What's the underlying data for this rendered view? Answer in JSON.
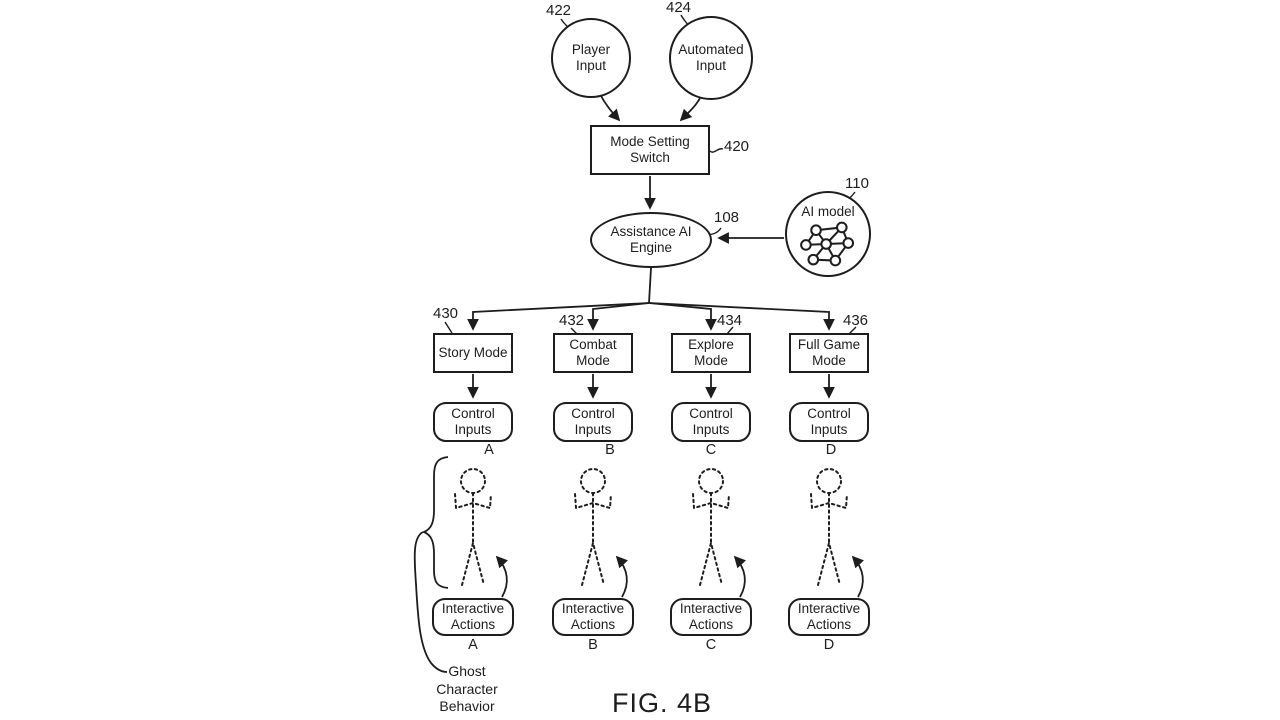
{
  "figure": {
    "caption": "FIG. 4B"
  },
  "nodes": {
    "player_input": {
      "label": "Player\nInput",
      "ref": "422"
    },
    "automated_input": {
      "label": "Automated\nInput",
      "ref": "424"
    },
    "mode_setting_switch": {
      "label": "Mode Setting\nSwitch",
      "ref": "420"
    },
    "assistance_ai_engine": {
      "label": "Assistance AI\nEngine",
      "ref": "108"
    },
    "ai_model": {
      "label": "AI model",
      "ref": "110",
      "icon": "neural-network-graph"
    }
  },
  "columns": [
    {
      "mode": {
        "label": "Story Mode",
        "ref": "430"
      },
      "control": {
        "label": "Control\nInputs",
        "letter": "A"
      },
      "actions": {
        "label": "Interactive\nActions",
        "letter": "A"
      },
      "figure_icon": "dotted-stick-figure"
    },
    {
      "mode": {
        "label": "Combat\nMode",
        "ref": "432"
      },
      "control": {
        "label": "Control\nInputs",
        "letter": "B"
      },
      "actions": {
        "label": "Interactive\nActions",
        "letter": "B"
      },
      "figure_icon": "dotted-stick-figure"
    },
    {
      "mode": {
        "label": "Explore\nMode",
        "ref": "434"
      },
      "control": {
        "label": "Control\nInputs",
        "letter": "C"
      },
      "actions": {
        "label": "Interactive\nActions",
        "letter": "C"
      },
      "figure_icon": "dotted-stick-figure"
    },
    {
      "mode": {
        "label": "Full Game\nMode",
        "ref": "436"
      },
      "control": {
        "label": "Control\nInputs",
        "letter": "D"
      },
      "actions": {
        "label": "Interactive\nActions",
        "letter": "D"
      },
      "figure_icon": "dotted-stick-figure"
    }
  ],
  "annotations": {
    "ghost_behavior": "Ghost\nCharacter\nBehavior"
  },
  "colors": {
    "ink": "#1d1d1d",
    "bg": "#ffffff"
  }
}
